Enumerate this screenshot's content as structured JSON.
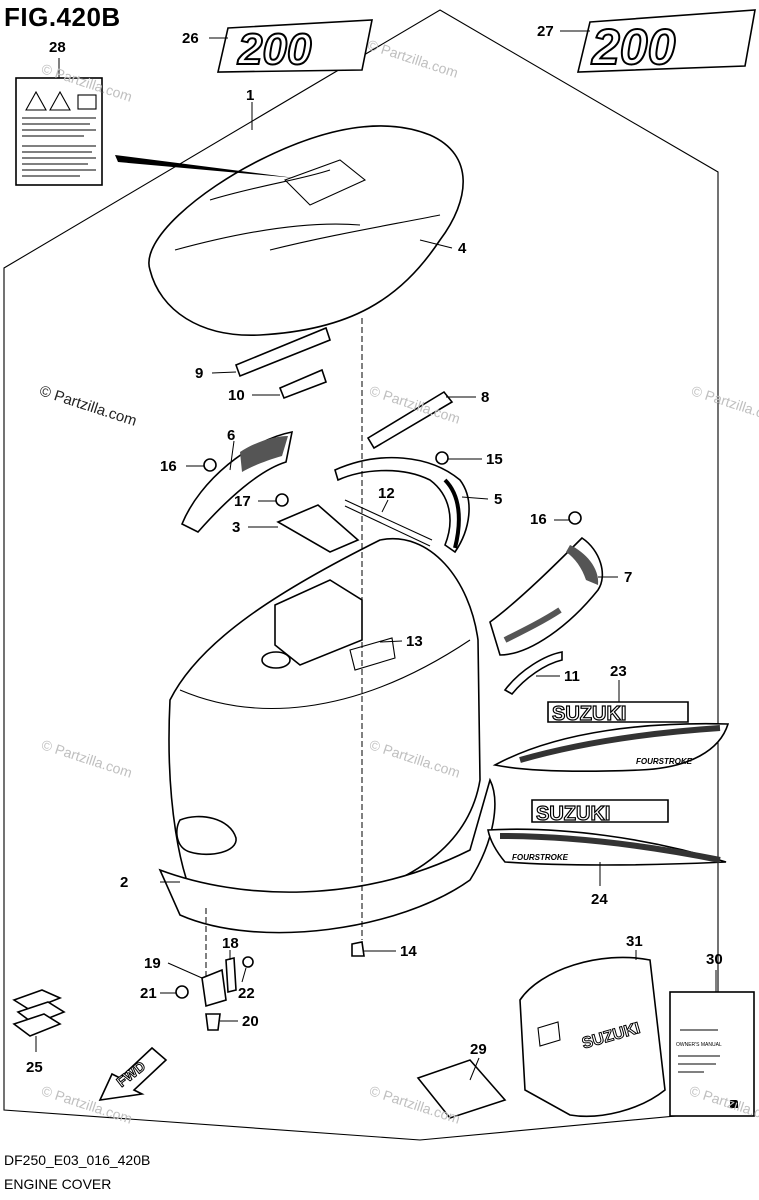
{
  "figure": {
    "title": "FIG.420B",
    "code": "DF250_E03_016_420B",
    "name": "ENGINE COVER"
  },
  "watermark": {
    "main": "© Partzilla.com",
    "faint": "© Partzilla.com"
  },
  "decals": {
    "model_number": "200",
    "brand": "SUZUKI",
    "four_stroke": "FOURSTROKE",
    "fwd": "FWD",
    "manual_title": "OWNER'S MANUAL"
  },
  "callouts": [
    {
      "label": "1"
    },
    {
      "label": "2"
    },
    {
      "label": "3"
    },
    {
      "label": "4"
    },
    {
      "label": "5"
    },
    {
      "label": "6"
    },
    {
      "label": "7"
    },
    {
      "label": "8"
    },
    {
      "label": "9"
    },
    {
      "label": "10"
    },
    {
      "label": "11"
    },
    {
      "label": "12"
    },
    {
      "label": "13"
    },
    {
      "label": "14"
    },
    {
      "label": "15"
    },
    {
      "label": "16"
    },
    {
      "label": "16"
    },
    {
      "label": "17"
    },
    {
      "label": "18"
    },
    {
      "label": "19"
    },
    {
      "label": "20"
    },
    {
      "label": "21"
    },
    {
      "label": "22"
    },
    {
      "label": "23"
    },
    {
      "label": "24"
    },
    {
      "label": "25"
    },
    {
      "label": "26"
    },
    {
      "label": "27"
    },
    {
      "label": "28"
    },
    {
      "label": "29"
    },
    {
      "label": "30"
    },
    {
      "label": "31"
    }
  ]
}
